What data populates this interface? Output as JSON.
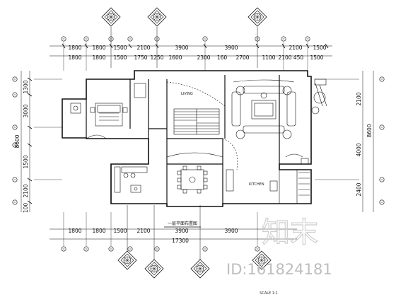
{
  "drawing": {
    "plan_title": "一层平面布置图",
    "scale_text": "SCALE 1:1",
    "room_labels": [
      "LIVING",
      "KITCHEN"
    ]
  },
  "dimensions": {
    "top_row_1": [
      "1800",
      "1800",
      "1500",
      "2100",
      "3900",
      "3900",
      "2100",
      "1500"
    ],
    "top_row_2": [
      "1800",
      "1800",
      "1500",
      "1750",
      "1250",
      "1600",
      "2300",
      "160",
      "2700",
      "1100",
      "2100",
      "450",
      "1500"
    ],
    "bottom_row": [
      "1800",
      "1800",
      "1500",
      "2100",
      "3900",
      "3900"
    ],
    "bottom_total": "17300",
    "left_column": [
      "1300",
      "3000",
      "8600",
      "1500",
      "2100",
      "100"
    ],
    "right_column": [
      "2100",
      "4000",
      "8600",
      "2400"
    ]
  },
  "watermark": {
    "glyphs": "知末",
    "id_text": "ID:161824181"
  }
}
